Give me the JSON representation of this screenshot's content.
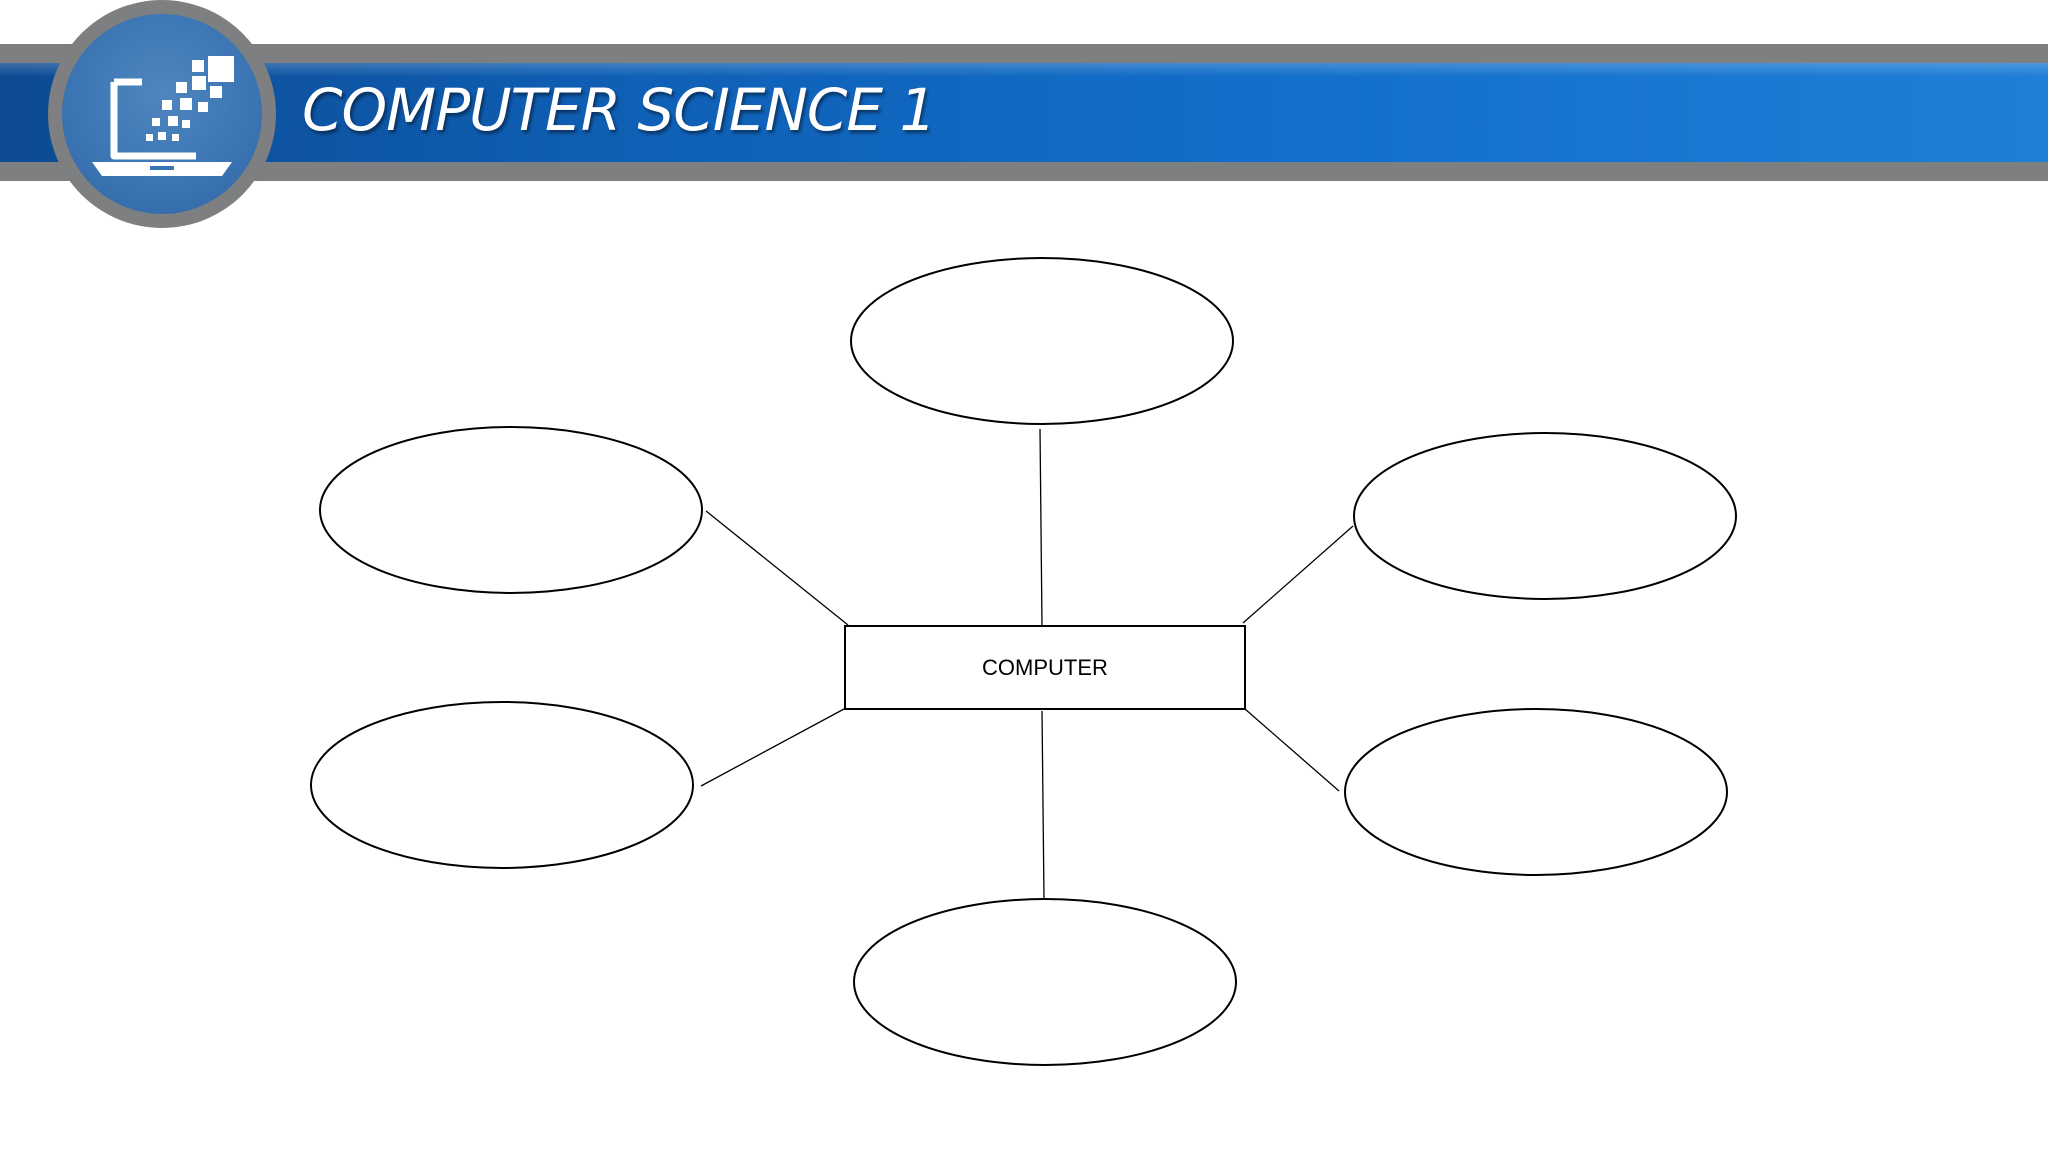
{
  "header": {
    "title": "COMPUTER SCIENCE 1",
    "logo_icon": "laptop-icon"
  },
  "diagram": {
    "type": "mind-map",
    "center": {
      "label": "COMPUTER"
    },
    "nodes": [
      {
        "id": "top",
        "label": ""
      },
      {
        "id": "upper-left",
        "label": ""
      },
      {
        "id": "upper-right",
        "label": ""
      },
      {
        "id": "lower-left",
        "label": ""
      },
      {
        "id": "lower-right",
        "label": ""
      },
      {
        "id": "bottom",
        "label": ""
      }
    ]
  },
  "colors": {
    "banner_gray": "#7d7f80",
    "banner_blue": "#0f5fb5",
    "logo_blue": "#3b74b3",
    "line": "#000000"
  }
}
